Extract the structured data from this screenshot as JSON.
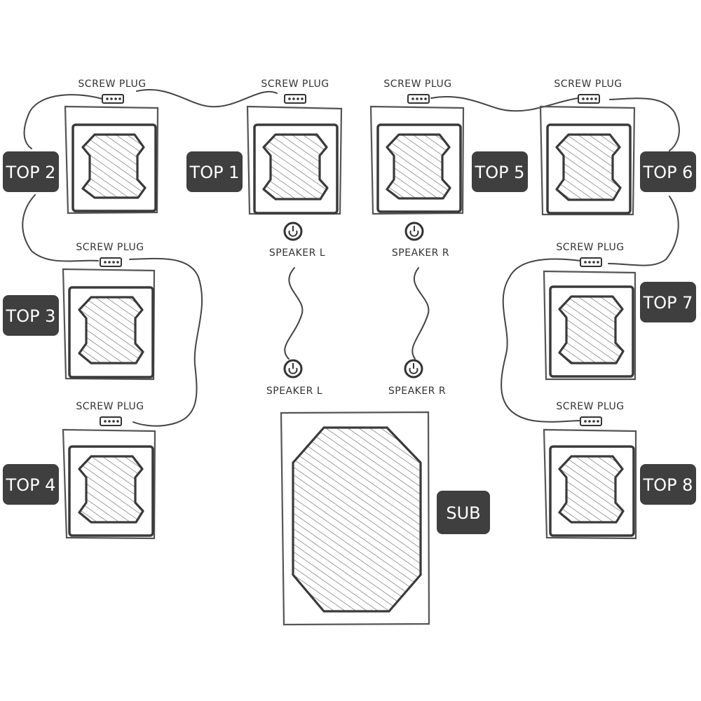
{
  "speakers": [
    {
      "id": "top1",
      "tag": "TOP 1",
      "plug": "SCREW PLUG"
    },
    {
      "id": "top2",
      "tag": "TOP 2",
      "plug": "SCREW PLUG"
    },
    {
      "id": "top3",
      "tag": "TOP 3",
      "plug": "SCREW PLUG"
    },
    {
      "id": "top4",
      "tag": "TOP 4",
      "plug": "SCREW PLUG"
    },
    {
      "id": "top5",
      "tag": "TOP 5",
      "plug": "SCREW PLUG"
    },
    {
      "id": "top6",
      "tag": "TOP 6",
      "plug": "SCREW PLUG"
    },
    {
      "id": "top7",
      "tag": "TOP 7",
      "plug": "SCREW PLUG"
    },
    {
      "id": "top8",
      "tag": "TOP 8",
      "plug": "SCREW PLUG"
    }
  ],
  "sub": {
    "tag": "SUB"
  },
  "connectors": {
    "top_left": "SPEAKER L",
    "top_right": "SPEAKER R",
    "bottom_left": "SPEAKER L",
    "bottom_right": "SPEAKER R"
  },
  "colors": {
    "ink": "#3a3a3a",
    "tag_fill": "#3f3f3f",
    "tag_text": "#ffffff",
    "background": "#ffffff"
  }
}
